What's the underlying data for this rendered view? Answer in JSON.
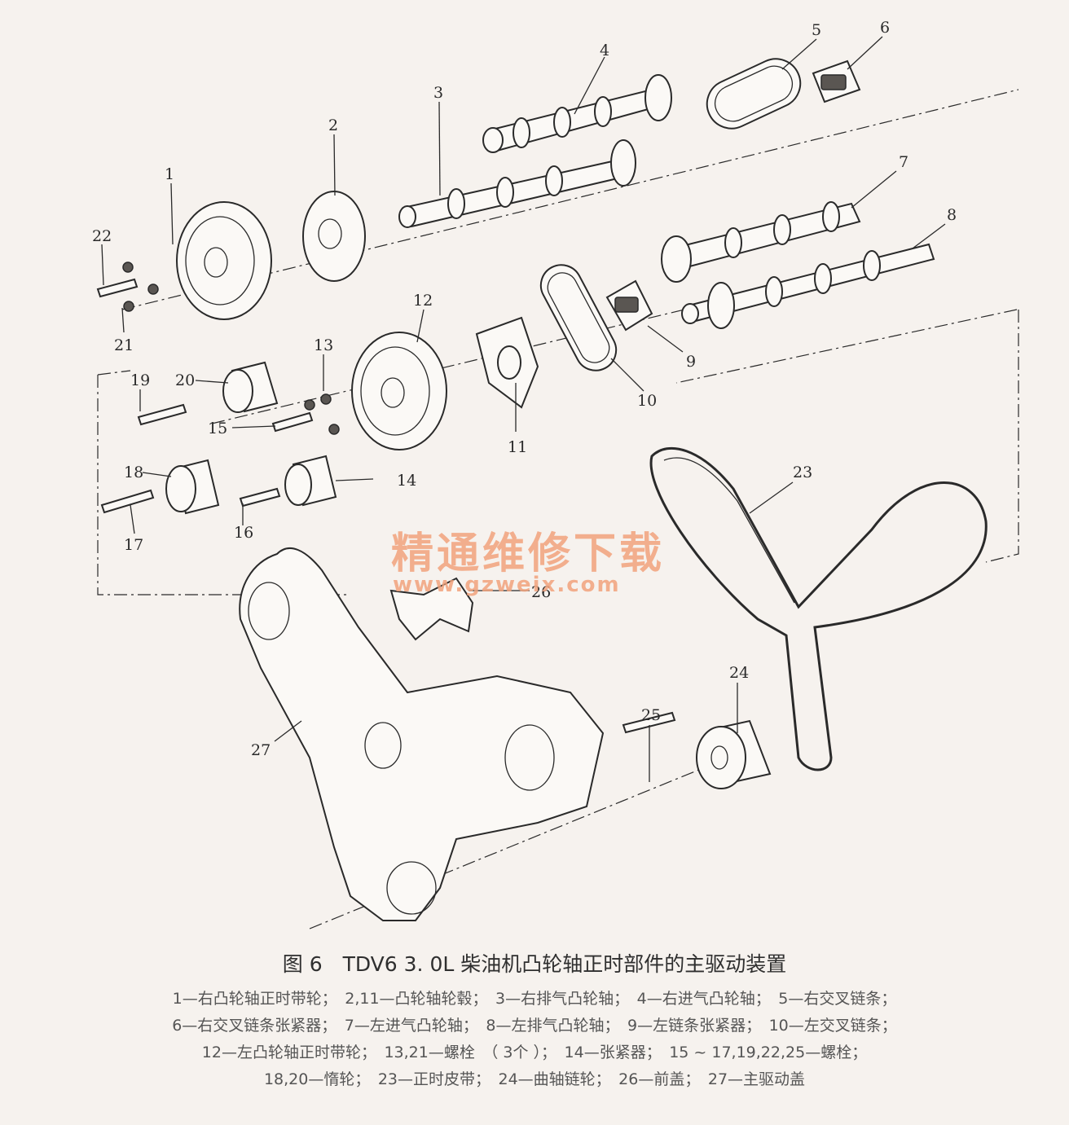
{
  "diagram": {
    "labels": [
      {
        "id": "1",
        "text": "1"
      },
      {
        "id": "2",
        "text": "2"
      },
      {
        "id": "3",
        "text": "3"
      },
      {
        "id": "4",
        "text": "4"
      },
      {
        "id": "5",
        "text": "5"
      },
      {
        "id": "6",
        "text": "6"
      },
      {
        "id": "7",
        "text": "7"
      },
      {
        "id": "8",
        "text": "8"
      },
      {
        "id": "9",
        "text": "9"
      },
      {
        "id": "10",
        "text": "10"
      },
      {
        "id": "11",
        "text": "11"
      },
      {
        "id": "12",
        "text": "12"
      },
      {
        "id": "13",
        "text": "13"
      },
      {
        "id": "14",
        "text": "14"
      },
      {
        "id": "15",
        "text": "15"
      },
      {
        "id": "16",
        "text": "16"
      },
      {
        "id": "17",
        "text": "17"
      },
      {
        "id": "18",
        "text": "18"
      },
      {
        "id": "19",
        "text": "19"
      },
      {
        "id": "20",
        "text": "20"
      },
      {
        "id": "21",
        "text": "21"
      },
      {
        "id": "22",
        "text": "22"
      },
      {
        "id": "23",
        "text": "23"
      },
      {
        "id": "24",
        "text": "24"
      },
      {
        "id": "25",
        "text": "25"
      },
      {
        "id": "26",
        "text": "26"
      },
      {
        "id": "27",
        "text": "27"
      }
    ],
    "watermark": {
      "name": "精通维修下载",
      "url": "www.gzweix.com"
    }
  },
  "caption": {
    "title": "图 6　TDV6 3. 0L 柴油机凸轮轴正时部件的主驱动装置",
    "legend_lines": [
      "1—右凸轮轴正时带轮；　2,11—凸轮轴轮毂；　3—右排气凸轮轴；　4—右进气凸轮轴；　5—右交叉链条；",
      "6—右交叉链条张紧器；　7—左进气凸轮轴；　8—左排气凸轮轴；　9—左链条张紧器；　10—左交叉链条；",
      "12—左凸轮轴正时带轮；　13,21—螺栓　（ 3个 ）；　14—张紧器；　15 ~ 17,19,22,25—螺栓；",
      "18,20—惰轮；　23—正时皮带；　24—曲轴链轮；　26—前盖；　27—主驱动盖"
    ]
  },
  "colors": {
    "background": "#f6f2ee",
    "ink": "#2a2a2a",
    "watermark": "#f2a37d"
  }
}
